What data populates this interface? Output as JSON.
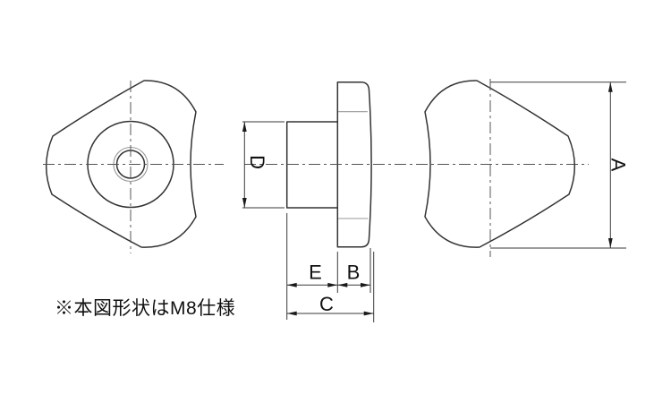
{
  "note_text": "※本図形状はM8仕様",
  "dim_labels": {
    "a": "A",
    "b": "B",
    "c": "C",
    "d": "D",
    "e": "E"
  },
  "colors": {
    "background": "#ffffff",
    "outline": "#333333",
    "thin_line": "#999999",
    "center_line": "#555555",
    "dimension_line": "#3a3a3a",
    "text": "#111111"
  }
}
